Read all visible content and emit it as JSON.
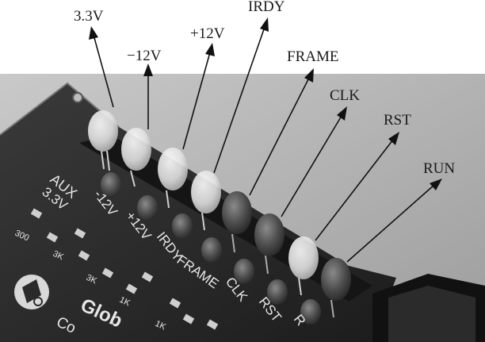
{
  "callouts": [
    {
      "id": "aux-3v3",
      "label": "3.3V"
    },
    {
      "id": "neg12v",
      "label": "−12V"
    },
    {
      "id": "pos12v",
      "label": "+12V"
    },
    {
      "id": "irdy",
      "label": "IRDY"
    },
    {
      "id": "frame",
      "label": "FRAME"
    },
    {
      "id": "clk",
      "label": "CLK"
    },
    {
      "id": "rst",
      "label": "RST"
    },
    {
      "id": "run",
      "label": "RUN"
    }
  ],
  "board_silkscreen": {
    "aux": "AUX",
    "aux_v": "3.3V",
    "neg12": "-12V",
    "pos12": "+12V",
    "irdy": "IRDY",
    "frame": "FRAME",
    "clk": "CLK",
    "rst": "RST",
    "r": "R",
    "brand": "Glob",
    "brand_sub": "Co",
    "resistor_300": "300",
    "resistor_3k_a": "3K",
    "resistor_3k_b": "3K",
    "resistor_1k_a": "1K",
    "resistor_1k_b": "1K"
  },
  "colors": {
    "background": "#ffffff",
    "photo_backdrop": "#bdbdbd",
    "board": "#2a2a2a",
    "led_dark": "#4a4a4a",
    "led_light": "#d8d8d8"
  }
}
